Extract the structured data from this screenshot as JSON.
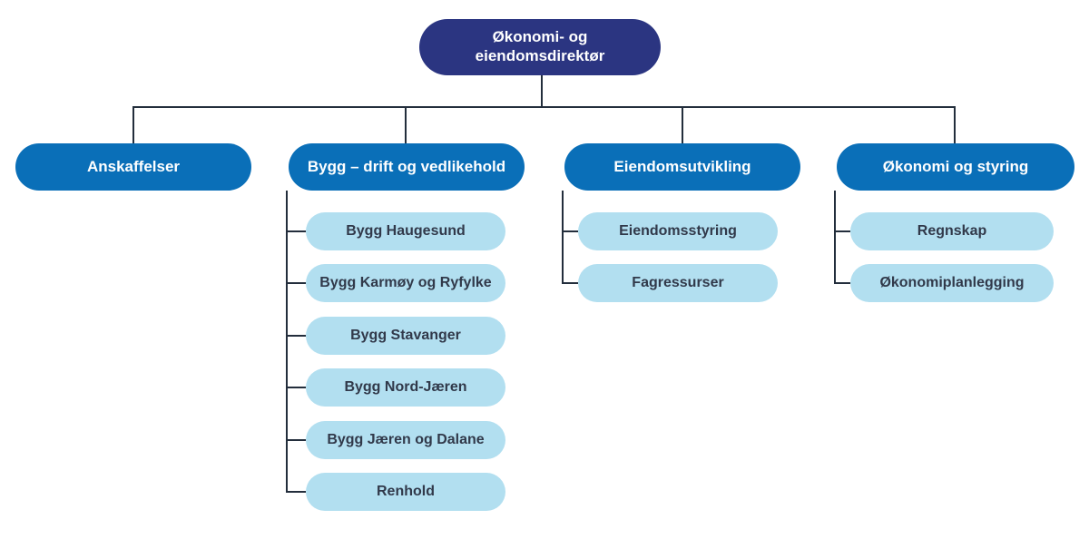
{
  "org": {
    "root": {
      "label": "Økonomi- og eiendomsdirektør"
    },
    "branches": [
      {
        "label": "Anskaffelser",
        "children": []
      },
      {
        "label": "Bygg – drift og vedlikehold",
        "children": [
          {
            "label": "Bygg Haugesund"
          },
          {
            "label": "Bygg Karmøy og Ryfylke"
          },
          {
            "label": "Bygg Stavanger"
          },
          {
            "label": "Bygg Nord-Jæren"
          },
          {
            "label": "Bygg Jæren og Dalane"
          },
          {
            "label": "Renhold"
          }
        ]
      },
      {
        "label": "Eiendomsutvikling",
        "children": [
          {
            "label": "Eiendomsstyring"
          },
          {
            "label": "Fagressurser"
          }
        ]
      },
      {
        "label": "Økonomi og styring",
        "children": [
          {
            "label": "Regnskap"
          },
          {
            "label": "Økonomiplanlegging"
          }
        ]
      }
    ],
    "colors": {
      "background": "#ffffff",
      "root_fill": "#2b3581",
      "root_text": "#ffffff",
      "branch_fill": "#0a6fb8",
      "branch_text": "#ffffff",
      "child_fill": "#b2dff0",
      "child_text": "#31394a",
      "line": "#232e3c"
    }
  }
}
